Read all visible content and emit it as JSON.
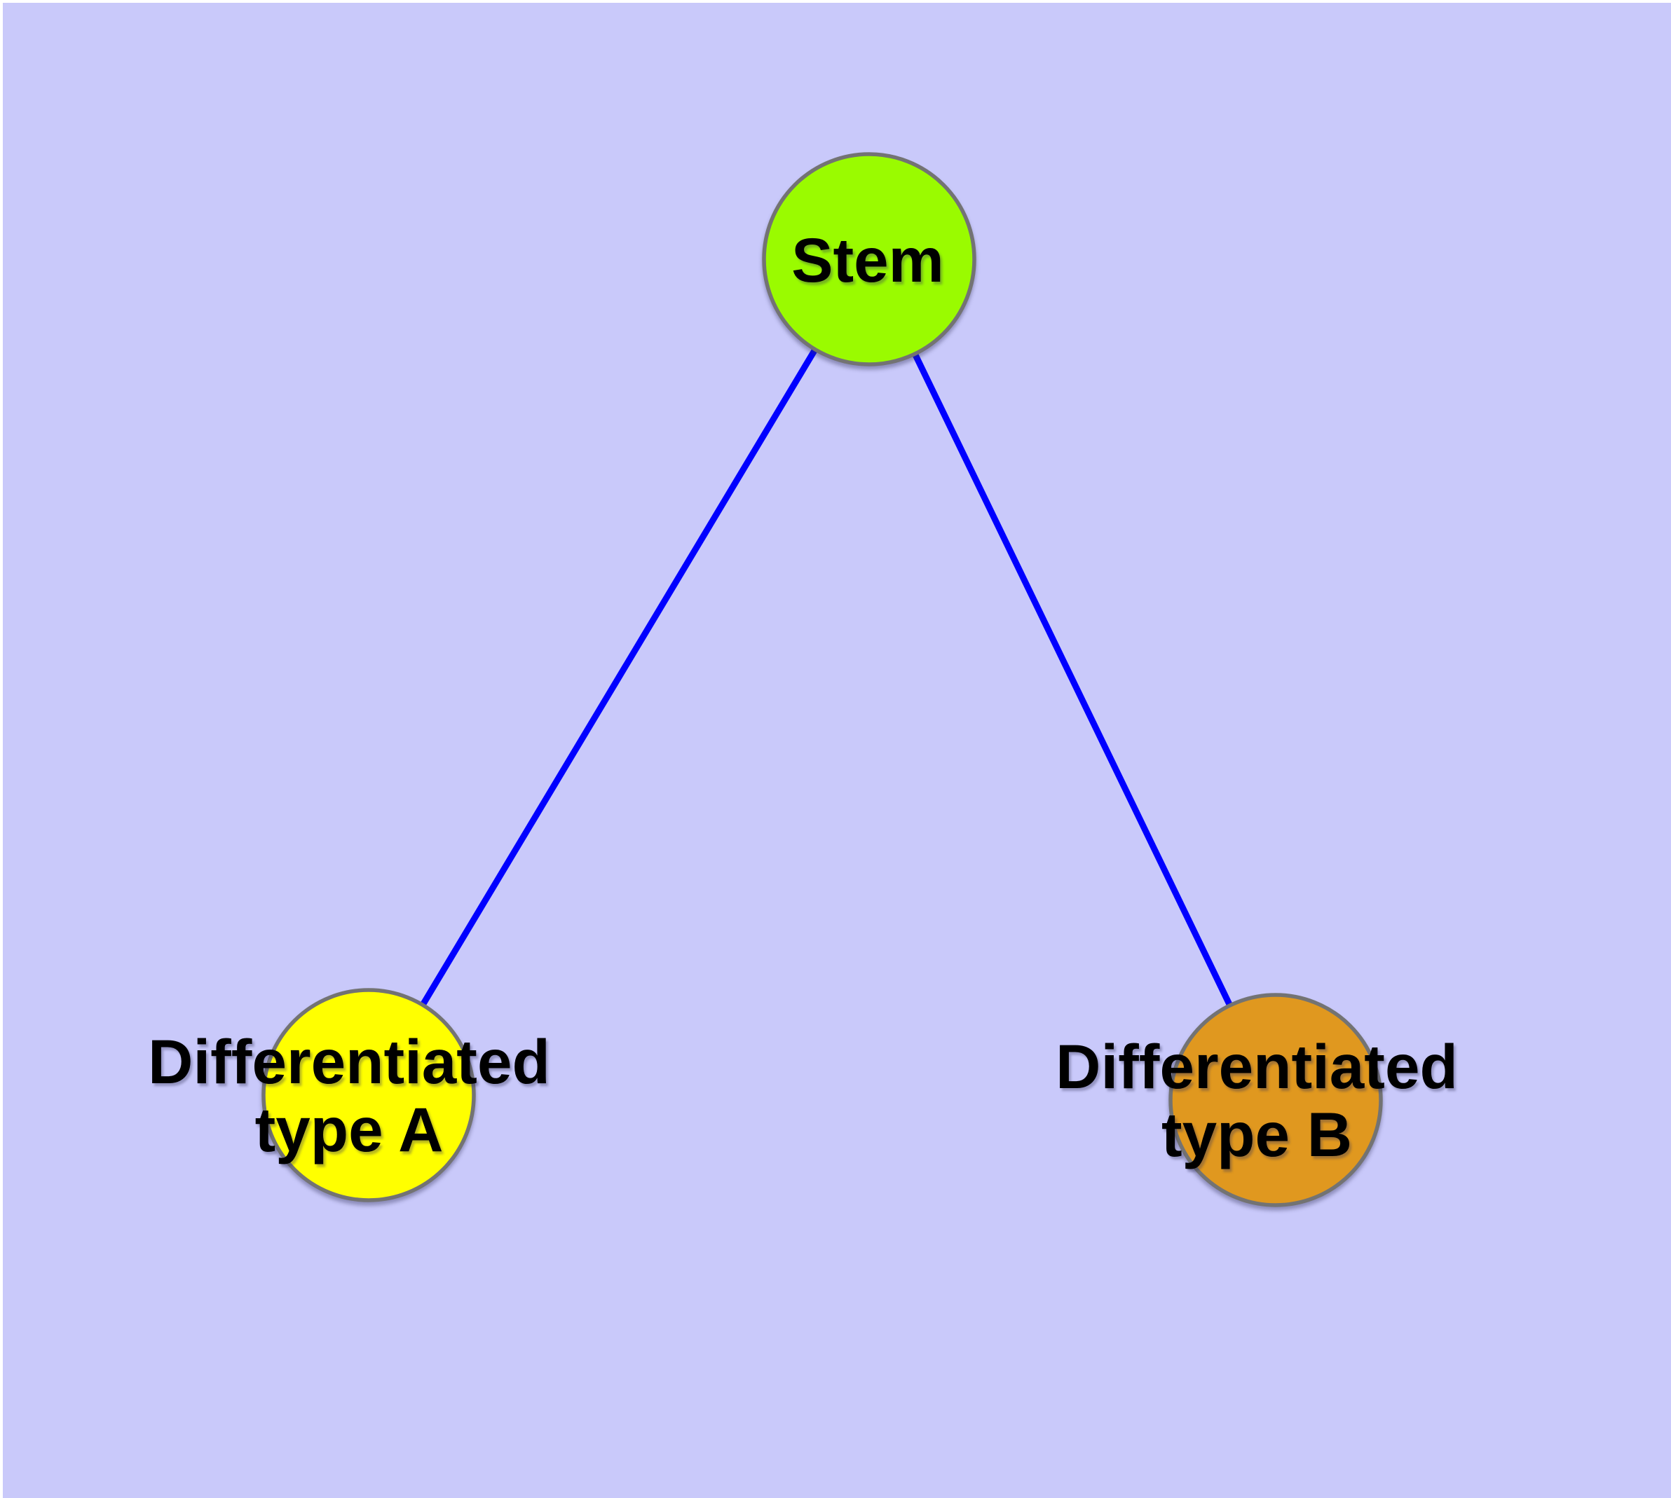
{
  "colors": {
    "frame": "#FFFFFF",
    "background": "#C9C9FA",
    "edge": "#0000FF",
    "node_border": "#737373",
    "label": "#000000",
    "stem_fill": "#9AFB00",
    "type_a_fill": "#FFFF00",
    "type_b_fill": "#E0981F"
  },
  "nodes": {
    "stem": {
      "label": "Stem",
      "fill": "#9AFB00"
    },
    "type_a": {
      "label": "Differentiated type A",
      "line1": "Differentiated",
      "line2": "type A",
      "fill": "#FFFF00"
    },
    "type_b": {
      "label": "Differentiated type B",
      "line1": "Differentiated",
      "line2": "type B",
      "fill": "#E0981F"
    }
  },
  "edges": [
    {
      "from": "Stem",
      "to": "Differentiated type A"
    },
    {
      "from": "Stem",
      "to": "Differentiated type B"
    }
  ]
}
